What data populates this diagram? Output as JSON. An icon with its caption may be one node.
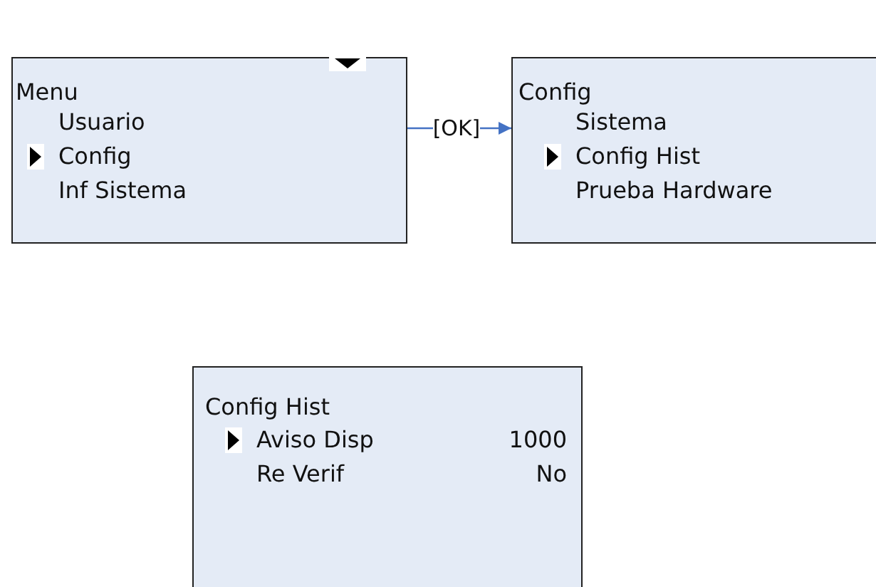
{
  "diagram": {
    "nodes": [
      {
        "text": [
          "Menu",
          "Usuario",
          "Config",
          "Inf Sistema"
        ]
      },
      {
        "text": [
          "Config",
          "Sistema",
          "Config Hist",
          "Prueba Hardware"
        ]
      },
      {
        "text": [
          "Config Hist",
          "Aviso Disp",
          "1000",
          "Re Verif",
          "No"
        ]
      }
    ],
    "edges": [
      {
        "from": 0,
        "to": 1,
        "label": "[OK]",
        "arrow": "to"
      }
    ]
  }
}
